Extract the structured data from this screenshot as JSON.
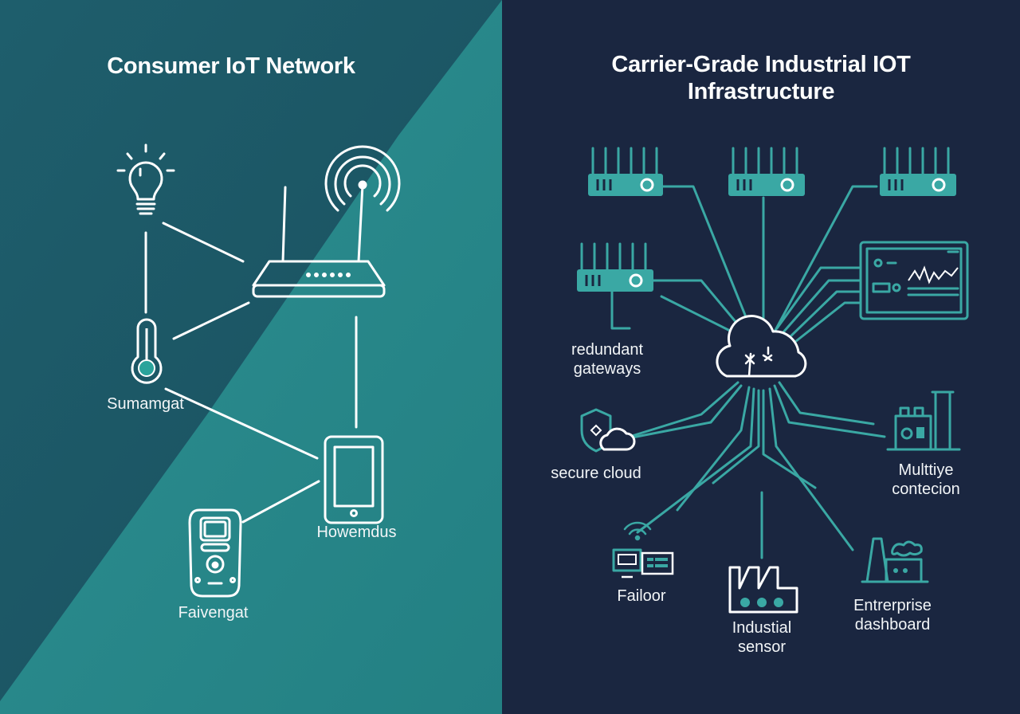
{
  "left": {
    "title": "Consumer IoT Network",
    "labels": {
      "thermostat": "Sumamgat",
      "phone": "Howemdus",
      "remote": "Faivengat"
    }
  },
  "right": {
    "title": "Carrier-Grade Industrial IOT Infrastructure",
    "labels": {
      "redundant_gateways": "redundant gateways",
      "secure_cloud": "secure cloud",
      "multitype_connection": "Multtiye contecion",
      "failover": "Failoor",
      "industrial_sensor": "Industial sensor",
      "enterprise_dashboard": "Entrerprise dashboard"
    }
  },
  "colors": {
    "left_bg_dark": "#1d5867",
    "left_bg_light": "#2a8b8c",
    "right_bg": "#1a2640",
    "accent_teal": "#3aa8a4",
    "line_white": "#ffffff"
  }
}
